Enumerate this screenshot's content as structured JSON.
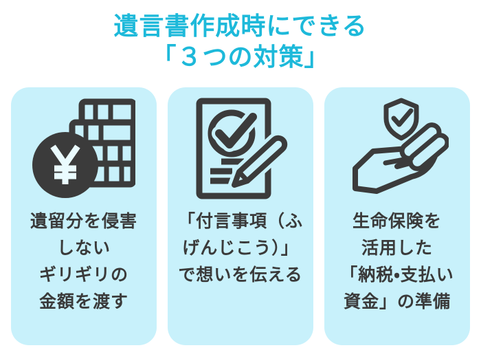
{
  "title": {
    "line1": "遺言書作成時にできる",
    "line2": "「３つの対策」"
  },
  "cards": [
    {
      "icon": "yen-coins-icon",
      "lines": [
        "遺留分を侵害",
        "しない",
        "ギリギリの",
        "金額を渡す"
      ]
    },
    {
      "icon": "document-check-pencil-icon",
      "lines": [
        "「付言事項（ふ",
        "げんじこう）」",
        "で想いを伝える",
        ""
      ]
    },
    {
      "icon": "hand-shield-icon",
      "lines": [
        "生命保険を",
        "活用した",
        "「納税・支払い",
        "資金」の準備"
      ]
    }
  ],
  "colors": {
    "accent_cyan": "#1db9da",
    "card_background": "#c8f1fb",
    "icon_dark": "#3b3b3b",
    "text_dark": "#3a3a3a",
    "page_background": "#ffffff"
  }
}
